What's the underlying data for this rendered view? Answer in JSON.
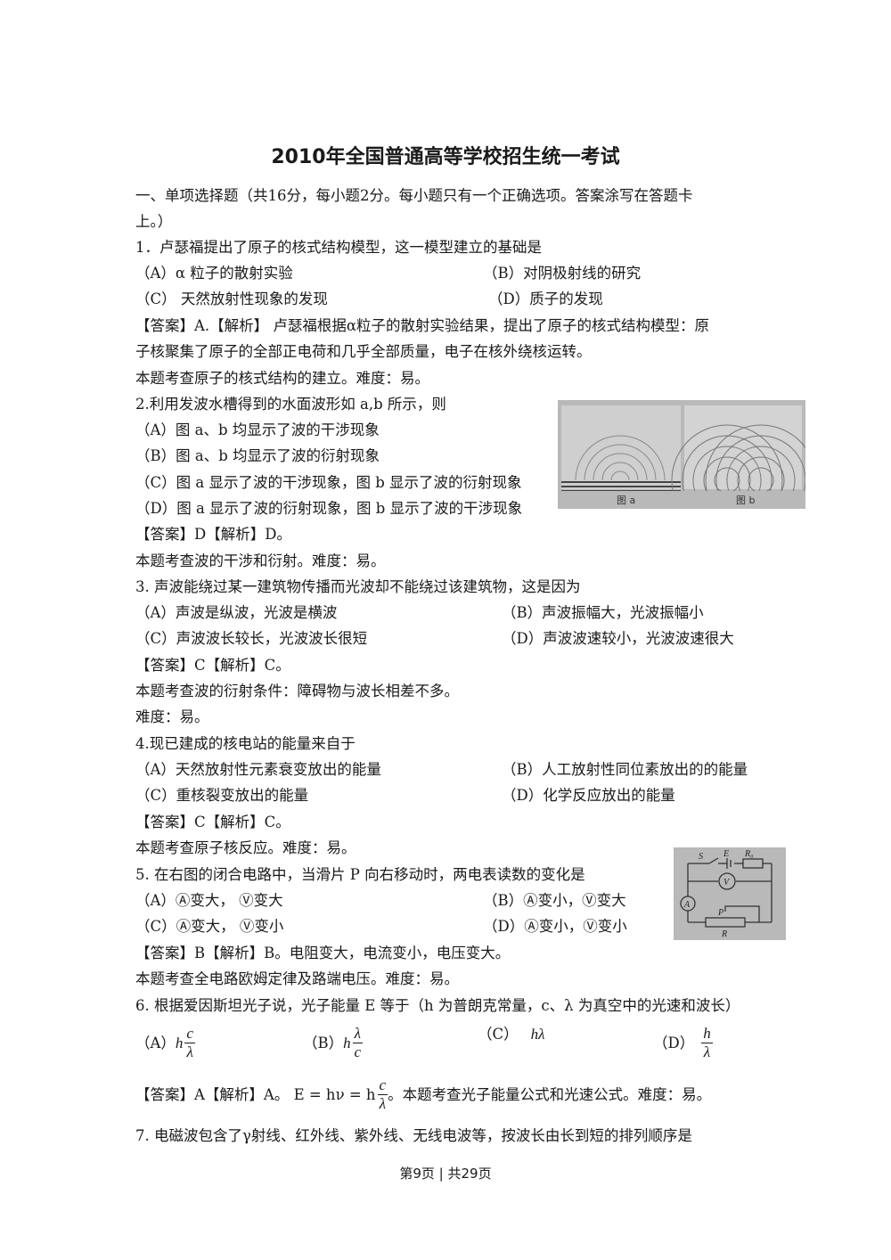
{
  "doc": {
    "title": "2010年全国普通高等学校招生统一考试",
    "section": "一、单项选择题（共16分，每小题2分。每小题只有一个正确选项。答案涂写在答题卡",
    "section_cont": "上。）",
    "footer": "第9页 | 共29页"
  },
  "q1": {
    "stem": "1．卢瑟福提出了原子的核式结构模型，这一模型建立的基础是",
    "a": "（A）α 粒子的散射实验",
    "b": "（B）对阴极射线的研究",
    "c": "（C）  天然放射性现象的发现",
    "d": "（D）质子的发现",
    "ans1": "【答案】A.【解析】 卢瑟福根据α粒子的散射实验结果，提出了原子的核式结构模型：原",
    "ans2": "子核聚集了原子的全部正电荷和几乎全部质量，电子在核外绕核运转。",
    "note": "本题考查原子的核式结构的建立。难度：易。"
  },
  "q2": {
    "stem": "2.利用发波水槽得到的水面波形如 a,b 所示，则",
    "a": "（A）图 a、b 均显示了波的干涉现象",
    "b": "（B）图 a、b 均显示了波的衍射现象",
    "c": "（C）图 a 显示了波的干涉现象，图 b 显示了波的衍射现象",
    "d": "（D）图 a 显示了波的衍射现象，图 b 显示了波的干涉现象",
    "fig_a": "图 a",
    "fig_b": "图 b",
    "ans": "【答案】D【解析】D。",
    "note": "本题考查波的干涉和衍射。难度：易。"
  },
  "q3": {
    "stem": "3. 声波能绕过某一建筑物传播而光波却不能绕过该建筑物，这是因为",
    "a": "（A）声波是纵波，光波是横波",
    "b": "（B）声波振幅大，光波振幅小",
    "c": "（C）声波波长较长，光波波长很短",
    "d": "（D）声波波速较小，光波波速很大",
    "ans": "【答案】C【解析】C。",
    "note": "本题考查波的衍射条件：障碍物与波长相差不多。",
    "note2": "难度：易。"
  },
  "q4": {
    "stem": "4.现已建成的核电站的能量来自于",
    "a": "（A）天然放射性元素衰变放出的能量",
    "b": "（B）人工放射性同位素放出的的能量",
    "c": "（C）重核裂变放出的能量",
    "d": "（D）化学反应放出的能量",
    "ans": "【答案】C【解析】C。",
    "note": "本题考查原子核反应。难度：易。"
  },
  "q5": {
    "stem": "5. 在右图的闭合电路中，当滑片 P 向右移动时，两电表读数的变化是",
    "a": "（A）Ⓐ变大，  Ⓥ变大",
    "b": "（B）Ⓐ变小，Ⓥ变大",
    "c": "（C）Ⓐ变大，  Ⓥ变小",
    "d": "（D）Ⓐ变小，Ⓥ变小",
    "circuit": {
      "S": "S",
      "E": "E",
      "R0": "R₀",
      "V": "V",
      "A": "A",
      "P": "P",
      "R": "R"
    },
    "ans": "【答案】B【解析】B。电阻变大，电流变小，电压变大。",
    "note": "本题考查全电路欧姆定律及路端电压。难度：易。"
  },
  "q6": {
    "stem": "6. 根据爱因斯坦光子说，光子能量 E 等于（h 为普朗克常量，c、λ 为真空中的光速和波长）",
    "a_label": "（A）",
    "a_h": "h",
    "a_num": "c",
    "a_den": "λ",
    "b_label": "（B）",
    "b_h": "h",
    "b_num": "λ",
    "b_den": "c",
    "c_label": "（C）",
    "c_expr": "hλ",
    "d_label": "（D）",
    "d_num": "h",
    "d_den": "λ",
    "ans_pre": "【答案】A【解析】A。 E = hν = h",
    "ans_num": "c",
    "ans_den": "λ",
    "ans_post": "。本题考查光子能量公式和光速公式。难度：易。"
  },
  "q7": {
    "stem": "7. 电磁波包含了γ射线、红外线、紫外线、无线电波等，按波长由长到短的排列顺序是"
  },
  "colors": {
    "text": "#1a1a1a",
    "figure_bg": "#b9b9b9"
  }
}
